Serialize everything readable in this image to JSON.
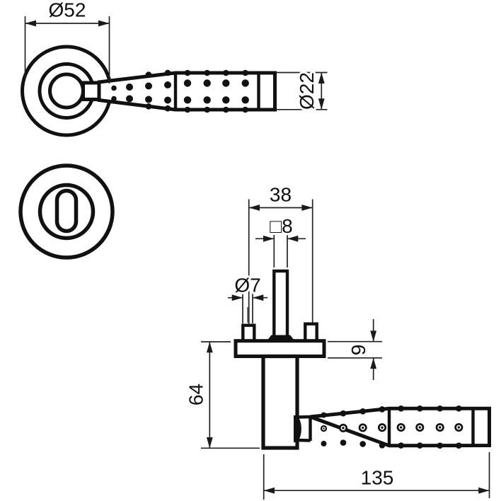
{
  "drawing": {
    "background": "#ffffff",
    "line_color": "#111111",
    "dimension_line_color": "#222222",
    "dimensions": {
      "rosette_diameter": {
        "label": "Ø52",
        "value": 52
      },
      "lever_end_diameter": {
        "label": "Ø22",
        "value": 22
      },
      "screw_centers": {
        "label": "38",
        "value": 38
      },
      "spindle_square": {
        "label": "□8",
        "value": 8
      },
      "stud_diameter": {
        "label": "Ø7",
        "value": 7
      },
      "rosette_thickness": {
        "label": "9",
        "value": 9
      },
      "projection": {
        "label": "64",
        "value": 64
      },
      "lever_length": {
        "label": "135",
        "value": 135
      }
    }
  }
}
